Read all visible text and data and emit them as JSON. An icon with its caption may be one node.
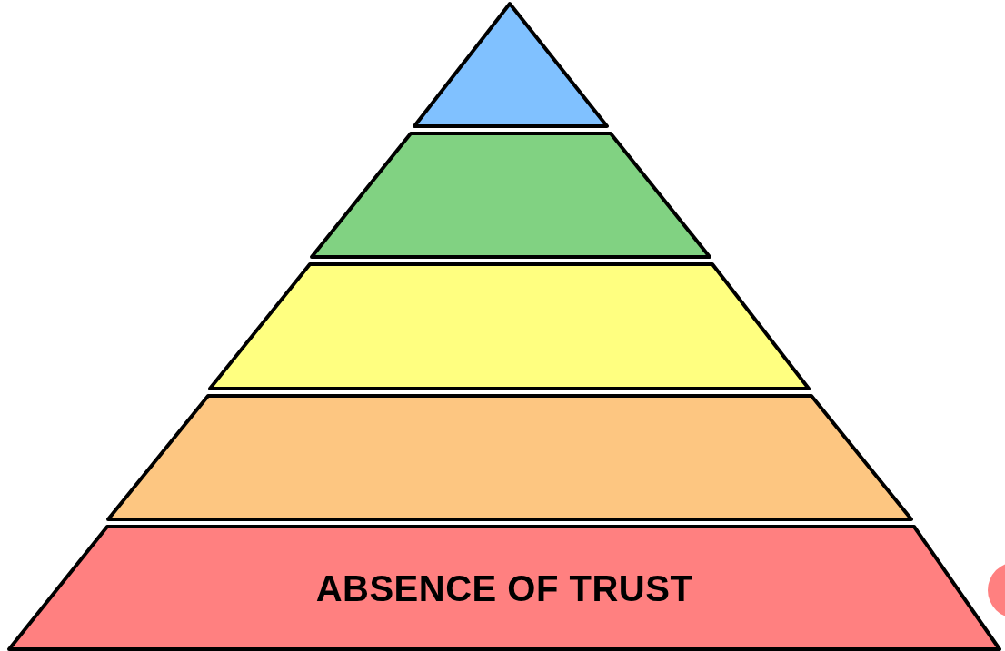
{
  "diagram": {
    "nodes": [
      {
        "text": [],
        "shape": "triangle"
      },
      {
        "text": [],
        "shape": "trapezoid"
      },
      {
        "text": [],
        "shape": "trapezoid"
      },
      {
        "text": [],
        "shape": "trapezoid"
      },
      {
        "text": [
          "ABSENCE OF TRUST"
        ]
      }
    ]
  }
}
